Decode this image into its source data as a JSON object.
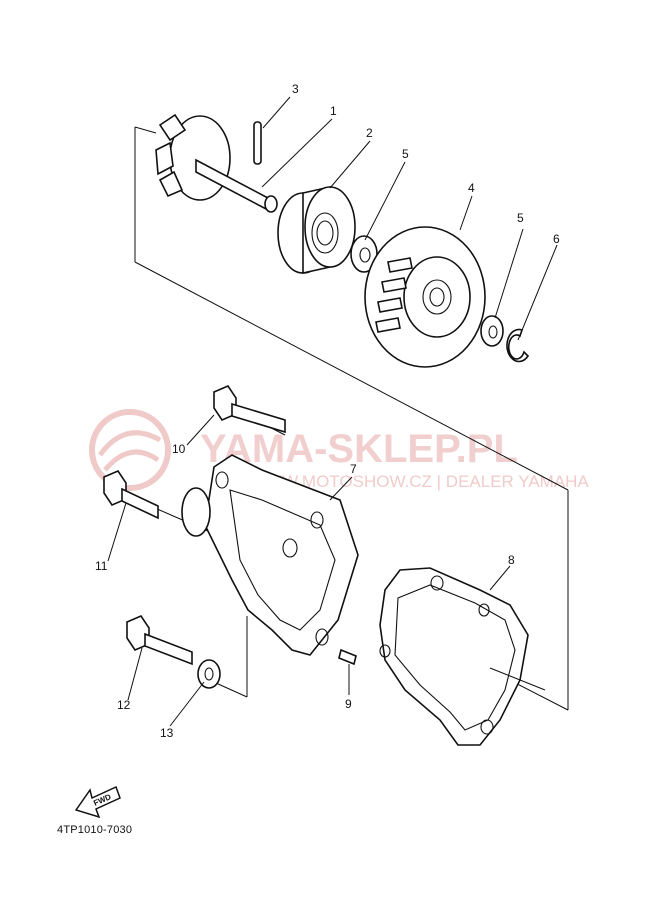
{
  "watermark": {
    "brand": "YAMA-SKLEP.PL",
    "subtitle": "WWW.MOTOSHOW.CZ | DEALER YAMAHA",
    "color": "#e9a8a8"
  },
  "callouts": [
    "1",
    "2",
    "3",
    "4",
    "5",
    "5",
    "6",
    "7",
    "8",
    "9",
    "10",
    "11",
    "12",
    "13"
  ],
  "fwd_label": "FWD",
  "reference_code": "4TP1010-7030"
}
